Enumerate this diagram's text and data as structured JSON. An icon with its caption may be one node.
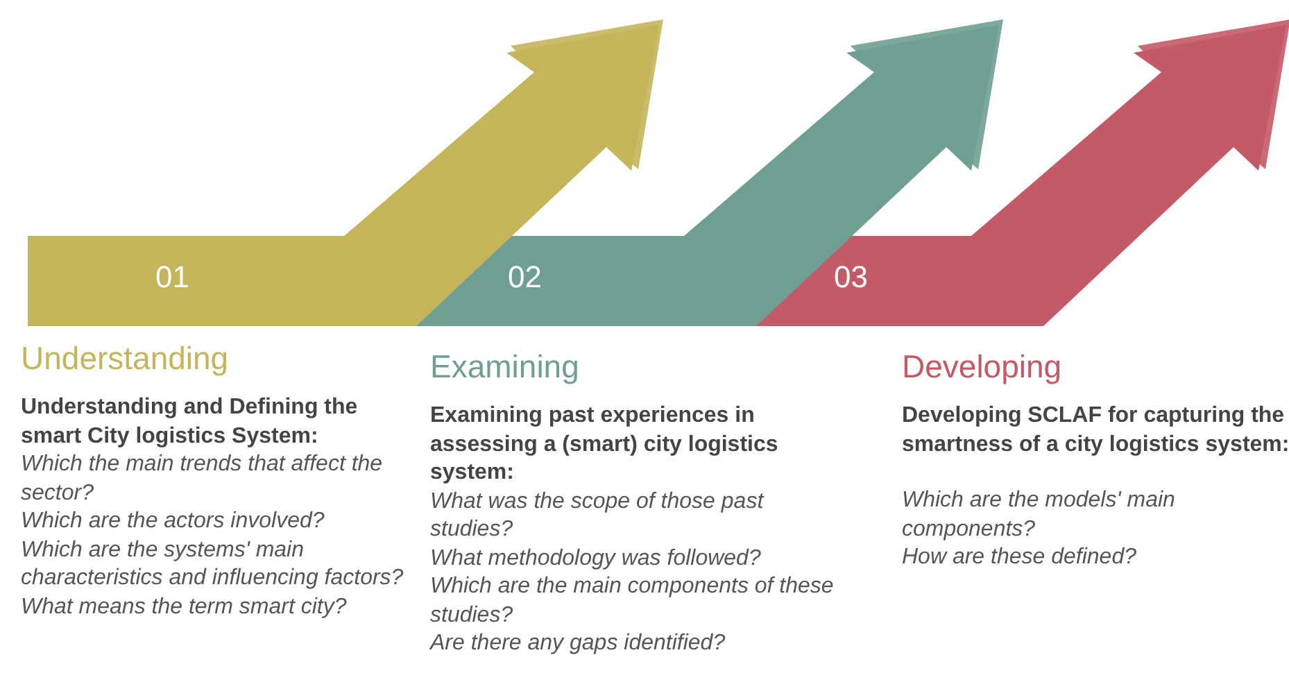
{
  "diagram": {
    "nodes": [
      {
        "text": [
          "01"
        ],
        "beside": [
          "Understanding",
          "Understanding and Defining the smart City logistics System:",
          "Which the main trends that affect the sector?",
          "Which are the actors involved?",
          "Which are the systems' main characteristics and influencing factors?",
          "What means the term smart city?"
        ]
      },
      {
        "text": [
          "02"
        ],
        "beside": [
          "Examining",
          "Examining past experiences in assessing a (smart) city logistics system:",
          "What was the scope of those past studies?",
          "What methodology was followed?",
          "Which are the main components of these studies?",
          "Are there any gaps identified?"
        ]
      },
      {
        "text": [
          "03"
        ],
        "beside": [
          "Developing",
          "Developing SCLAF for capturing the smartness of a city logistics system:",
          "Which are the models' main components?",
          "How are these defined?"
        ]
      }
    ]
  }
}
